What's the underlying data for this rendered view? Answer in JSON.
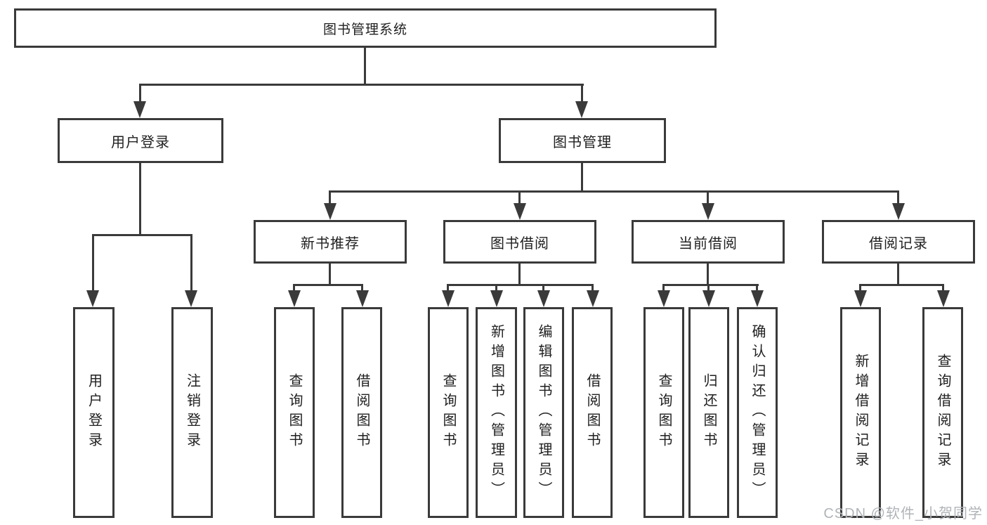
{
  "tree": {
    "root": {
      "label": "图书管理系统",
      "children": [
        {
          "label": "用户登录",
          "children": [
            {
              "label": "用户登录"
            },
            {
              "label": "注销登录"
            }
          ]
        },
        {
          "label": "图书管理",
          "children": [
            {
              "label": "新书推荐",
              "children": [
                {
                  "label": "查询图书"
                },
                {
                  "label": "借阅图书"
                }
              ]
            },
            {
              "label": "图书借阅",
              "children": [
                {
                  "label": "查询图书"
                },
                {
                  "label": "新增图书（管理员）"
                },
                {
                  "label": "编辑图书（管理员）"
                },
                {
                  "label": "借阅图书"
                }
              ]
            },
            {
              "label": "当前借阅",
              "children": [
                {
                  "label": "查询图书"
                },
                {
                  "label": "归还图书"
                },
                {
                  "label": "确认归还（管理员）"
                }
              ]
            },
            {
              "label": "借阅记录",
              "children": [
                {
                  "label": "新增借阅记录"
                },
                {
                  "label": "查询借阅记录"
                }
              ]
            }
          ]
        }
      ]
    }
  },
  "watermark": {
    "text": "CSDN @软件_小贺同学"
  },
  "colors": {
    "line": "#3a3a3a",
    "text": "#1f1f1f",
    "watermark": "#b0b4b8",
    "background": "#ffffff"
  }
}
